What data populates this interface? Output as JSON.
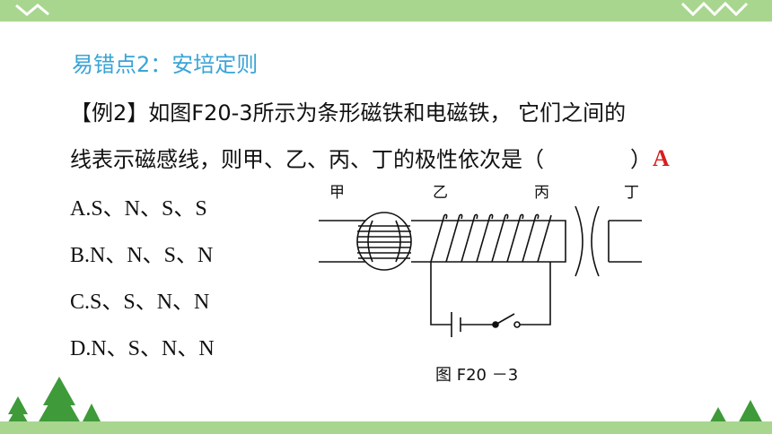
{
  "heading": "易错点2：安培定则",
  "question": {
    "line1": "【例2】如图F20-3所示为条形磁铁和电磁铁， 它们之间的",
    "line2": "线表示磁感线，则甲、乙、丙、丁的极性依次是（",
    "line2_close": "）",
    "answer": "A"
  },
  "options": [
    {
      "label": "A.S、N、S、S"
    },
    {
      "label": "B.N、N、S、N"
    },
    {
      "label": "C.S、S、N、N"
    },
    {
      "label": "D.N、S、N、N"
    }
  ],
  "figure": {
    "label_jia": "甲",
    "label_yi": "乙",
    "label_bing": "丙",
    "label_ding": "丁",
    "caption": "图 F20 －3"
  },
  "colors": {
    "heading": "#3aa4d6",
    "answer": "#d81e1e",
    "band": "#a8d68f",
    "tree": "#3f9a3a"
  }
}
